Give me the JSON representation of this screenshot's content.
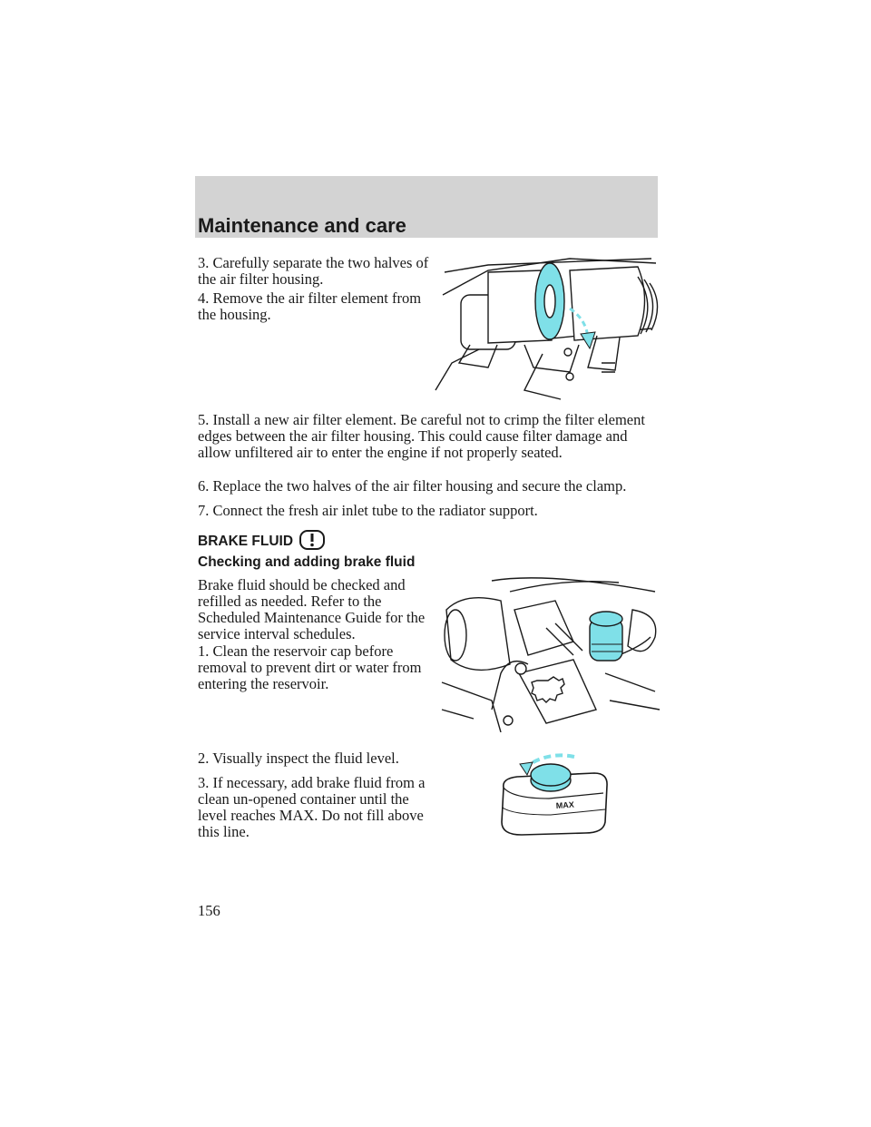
{
  "header": {
    "title": "Maintenance and care"
  },
  "steps": {
    "s3": "3. Carefully separate the two halves of the air filter housing.",
    "s4": "4. Remove the air filter element from the housing.",
    "s5": "5. Install a new air filter element. Be careful not to crimp the filter element edges between the air filter housing. This could cause filter damage and allow unfiltered air to enter the engine if not properly seated.",
    "s6": "6. Replace the two halves of the air filter housing and secure the clamp.",
    "s7": "7. Connect the fresh air inlet tube to the radiator support."
  },
  "brake": {
    "heading": "BRAKE FLUID",
    "subheading": "Checking and adding brake fluid",
    "intro": "Brake fluid should be checked and refilled as needed. Refer to the Scheduled Maintenance Guide for the service interval schedules.",
    "b1": "1. Clean the reservoir cap before removal to prevent dirt or water from entering the reservoir.",
    "b2": "2. Visually inspect the fluid level.",
    "b3": "3. If necessary, add brake fluid from a clean un-opened container until the level reaches MAX. Do not fill above this line."
  },
  "figures": {
    "reservoir_label": "MAX"
  },
  "colors": {
    "highlight": "#7fe0e8",
    "header_bg": "#d3d3d3"
  },
  "page_number": "156"
}
